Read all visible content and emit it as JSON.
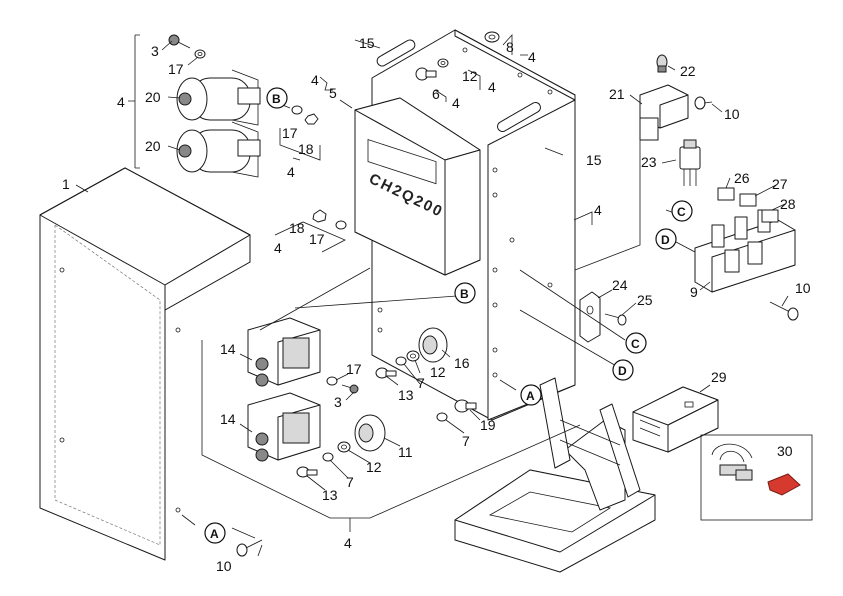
{
  "device_label": "CH2Q200",
  "callouts": [
    {
      "id": "c1",
      "text": "1"
    },
    {
      "id": "c3a",
      "text": "3"
    },
    {
      "id": "c17a",
      "text": "17"
    },
    {
      "id": "c4a",
      "text": "4"
    },
    {
      "id": "c20a",
      "text": "20"
    },
    {
      "id": "c20b",
      "text": "20"
    },
    {
      "id": "c17b",
      "text": "17"
    },
    {
      "id": "c18a",
      "text": "18"
    },
    {
      "id": "c4b",
      "text": "4"
    },
    {
      "id": "c18b",
      "text": "18"
    },
    {
      "id": "c17c",
      "text": "17"
    },
    {
      "id": "c4c",
      "text": "4"
    },
    {
      "id": "c15a",
      "text": "15"
    },
    {
      "id": "c8",
      "text": "8"
    },
    {
      "id": "c4d",
      "text": "4"
    },
    {
      "id": "c12a",
      "text": "12"
    },
    {
      "id": "c4e",
      "text": "4"
    },
    {
      "id": "c6",
      "text": "6"
    },
    {
      "id": "c4f",
      "text": "4"
    },
    {
      "id": "c4g",
      "text": "4"
    },
    {
      "id": "c5",
      "text": "5"
    },
    {
      "id": "c15b",
      "text": "15"
    },
    {
      "id": "c22",
      "text": "22"
    },
    {
      "id": "c21",
      "text": "21"
    },
    {
      "id": "c10a",
      "text": "10"
    },
    {
      "id": "c23",
      "text": "23"
    },
    {
      "id": "c26",
      "text": "26"
    },
    {
      "id": "c27",
      "text": "27"
    },
    {
      "id": "c28",
      "text": "28"
    },
    {
      "id": "c4h",
      "text": "4"
    },
    {
      "id": "c9",
      "text": "9"
    },
    {
      "id": "c10b",
      "text": "10"
    },
    {
      "id": "c24",
      "text": "24"
    },
    {
      "id": "c25",
      "text": "25"
    },
    {
      "id": "c14a",
      "text": "14"
    },
    {
      "id": "c17d",
      "text": "17"
    },
    {
      "id": "c3b",
      "text": "3"
    },
    {
      "id": "c12b",
      "text": "12"
    },
    {
      "id": "c7a",
      "text": "7"
    },
    {
      "id": "c16",
      "text": "16"
    },
    {
      "id": "c13a",
      "text": "13"
    },
    {
      "id": "c14b",
      "text": "14"
    },
    {
      "id": "c7b",
      "text": "7"
    },
    {
      "id": "c19",
      "text": "19"
    },
    {
      "id": "c11",
      "text": "11"
    },
    {
      "id": "c12c",
      "text": "12"
    },
    {
      "id": "c7c",
      "text": "7"
    },
    {
      "id": "c13b",
      "text": "13"
    },
    {
      "id": "c4i",
      "text": "4"
    },
    {
      "id": "c10c",
      "text": "10"
    },
    {
      "id": "c29",
      "text": "29"
    },
    {
      "id": "c30",
      "text": "30"
    }
  ],
  "markers": [
    {
      "id": "mB1",
      "text": "B"
    },
    {
      "id": "mB2",
      "text": "B"
    },
    {
      "id": "mC1",
      "text": "C"
    },
    {
      "id": "mC2",
      "text": "C"
    },
    {
      "id": "mD1",
      "text": "D"
    },
    {
      "id": "mD2",
      "text": "D"
    },
    {
      "id": "mA1",
      "text": "A"
    },
    {
      "id": "mA2",
      "text": "A"
    }
  ]
}
